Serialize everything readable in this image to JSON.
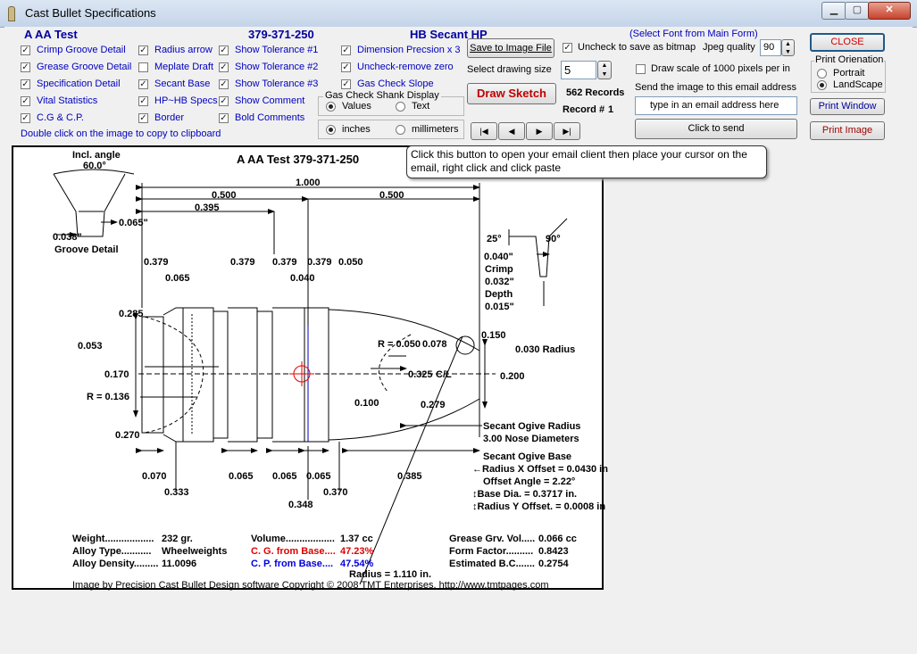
{
  "window": {
    "title": "Cast Bullet Specifications"
  },
  "header": {
    "name": "A AA Test",
    "part_number": "379-371-250",
    "bullet_type": "HB Secant HP",
    "font_hint": "(Select  Font from Main Form)"
  },
  "options_col1": [
    {
      "label": "Crimp Groove Detail",
      "checked": true
    },
    {
      "label": "Grease Groove Detail",
      "checked": true
    },
    {
      "label": "Specification Detail",
      "checked": true
    },
    {
      "label": "Vital Statistics",
      "checked": true
    },
    {
      "label": "C.G & C.P.",
      "checked": true
    }
  ],
  "options_col2": [
    {
      "label": "Radius arrow",
      "checked": true
    },
    {
      "label": "Meplate Draft",
      "checked": false
    },
    {
      "label": "Secant Base",
      "checked": true
    },
    {
      "label": "HP~HB Specs",
      "checked": true
    },
    {
      "label": "Border",
      "checked": true
    }
  ],
  "options_col3": [
    {
      "label": "Show Tolerance #1",
      "checked": true
    },
    {
      "label": "Show Tolerance #2",
      "checked": true
    },
    {
      "label": "Show Tolerance #3",
      "checked": true
    },
    {
      "label": "Show Comment",
      "checked": true
    },
    {
      "label": "Bold Comments",
      "checked": true
    }
  ],
  "options_col4": [
    {
      "label": "Dimension Precsion x 3",
      "checked": true
    },
    {
      "label": "Uncheck-remove zero",
      "checked": true
    },
    {
      "label": "Gas Check Slope",
      "checked": true
    }
  ],
  "clipboard_hint": "Double click on the image to copy to clipboard",
  "gas_check_group": {
    "caption": "Gas Check Shank Display",
    "values_label": "Values",
    "text_label": "Text",
    "selected": "Values"
  },
  "units": {
    "inches_label": "inches",
    "mm_label": "millimeters",
    "selected": "inches"
  },
  "save_image_button": "Save to Image File",
  "drawing_size_label": "Select drawing size",
  "drawing_size_value": "5",
  "draw_button": "Draw   Sketch",
  "records": {
    "count_label": "562  Records",
    "record_label": "Record #",
    "record_no": "1"
  },
  "nav": {
    "first": "|◀",
    "prev": "◀",
    "next": "▶",
    "last": "▶|"
  },
  "bitmap_checkbox": {
    "label": "Uncheck to save as bitmap",
    "checked": true
  },
  "jpeg": {
    "label": "Jpeg quality",
    "value": "90"
  },
  "scale_checkbox": {
    "label": "Draw scale of 1000 pixels per in",
    "checked": false
  },
  "email": {
    "label": "Send the image to this email address",
    "placeholder": "type in an email address here",
    "send_button": "Click to  send"
  },
  "close_button": "CLOSE",
  "print_orientation": {
    "caption": "Print Orienation",
    "portrait": "Portrait",
    "landscape": "LandScape",
    "selected": "LandScape"
  },
  "print_window_button": "Print Window",
  "print_image_button": "Print Image",
  "tooltip": "Click this button to open your email client  then place your cursor on the email,  right click and click paste",
  "drawing": {
    "title": "A AA Test   379-371-250",
    "incl_angle_label": "Incl. angle",
    "incl_angle": "60.0°",
    "groove_w": "0.065\"",
    "groove_d": "0.038\"",
    "groove_label": "Groove Detail",
    "overall": "1.000",
    "base_len": "0.500",
    "nose_len": "0.500",
    "shank": "0.395",
    "crimp_angle": "25°",
    "crimp_90": "90°",
    "crimp_w": "0.040\"",
    "crimp_label": "Crimp",
    "crimp_d": "0.032\"",
    "depth_label": "Depth",
    "depth": "0.015\"",
    "band_dia": [
      "0.379",
      "0.379",
      "0.379",
      "0.379"
    ],
    "band_w": "0.040",
    "top_050": "0.050",
    "top_065": "0.065",
    "hb_285": "0.285",
    "hb_053": "0.053",
    "hb_170": "0.170",
    "hb_r": "R = 0.136",
    "hb_270": "0.270",
    "hp_r": "R = 0.050",
    "hp_078": "0.078",
    "hp_325": "0.325",
    "hp_cl": "C/L",
    "hp_100": "0.100",
    "hp_279": "0.279",
    "tip_150": "0.150",
    "tip_radius": "0.030 Radius",
    "tip_200": "0.200",
    "secant_r": "Secant Ogive Radius",
    "secant_nose": "3.00  Nose Diameters",
    "bot_070": "0.070",
    "bot_333": "0.333",
    "bot_065a": "0.065",
    "bot_065b": "0.065",
    "bot_065c": "0.065",
    "bot_348": "0.348",
    "bot_370": "0.370",
    "bot_385": "0.385",
    "secant_base": "Secant Ogive Base",
    "rx_offset": "←Radius X Offset = 0.0430 in",
    "offset_angle": "Offset Angle = 2.22°",
    "base_dia": "↕Base Dia. = 0.3717 in.",
    "ry_offset": "↕Radius Y Offset. = 0.0008 in",
    "stats": {
      "weight_lbl": "Weight..................",
      "weight": "232 gr.",
      "alloy_lbl": "Alloy Type...........",
      "alloy": "Wheelweights",
      "density_lbl": "Alloy Density.........",
      "density": "11.0096",
      "volume_lbl": "Volume..................",
      "volume": "1.37 cc",
      "cg_lbl": "C. G. from Base....",
      "cg": "47.23%",
      "cp_lbl": "C. P. from Base....",
      "cp": "47.54%",
      "grease_lbl": "Grease Grv. Vol.....",
      "grease": "0.066 cc",
      "ff_lbl": "Form Factor..........",
      "ff": "0.8423",
      "bc_lbl": "Estimated B.C.......",
      "bc": "0.2754"
    },
    "radius_note": "Radius = 1.110 in.",
    "footer": "Image by Precision Cast Bullet Design software  Copyright © 2008 TMT Enterprises.  http://www.tmtpages.com",
    "colors": {
      "cg": "#e00000",
      "cp": "#0000e0",
      "marker": "#e00000"
    }
  }
}
